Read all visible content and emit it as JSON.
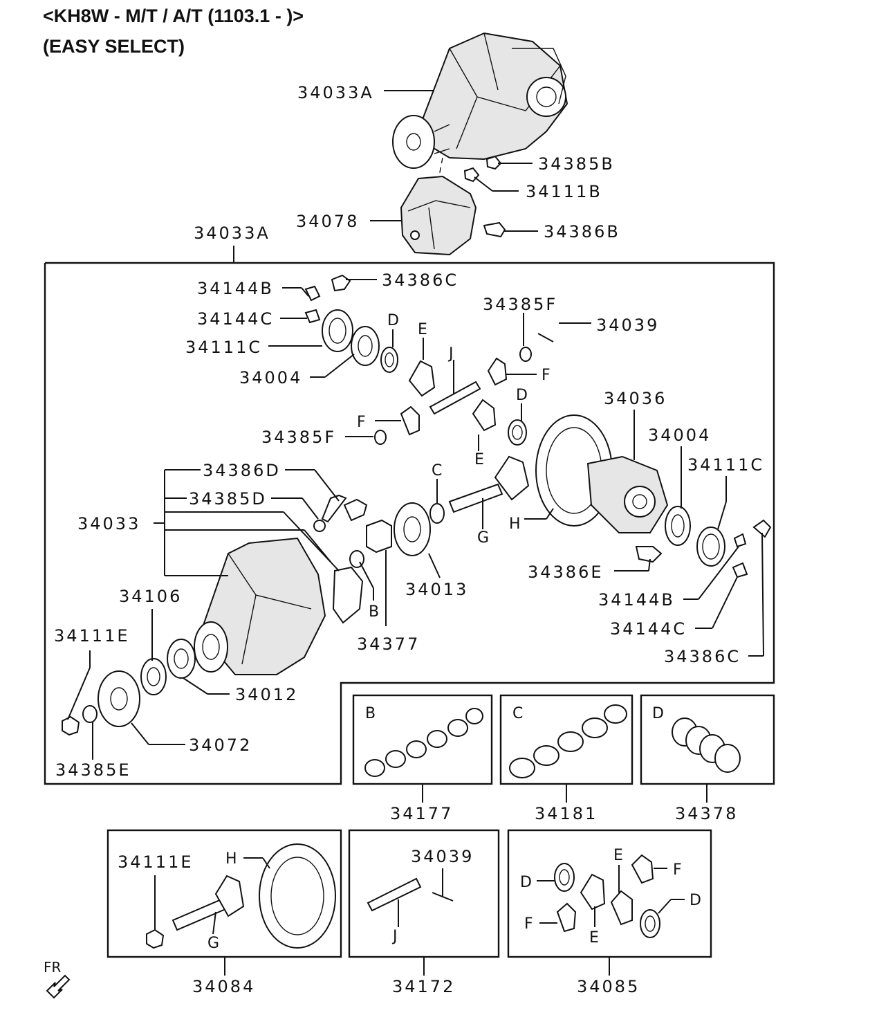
{
  "header": {
    "model": "<KH8W - M/T / A/T (1103.1 - )>",
    "variant": "(EASY SELECT)"
  },
  "orientation": "FR",
  "parts": {
    "p_34033A_top": "34033A",
    "p_34385B": "34385B",
    "p_34111B": "34111B",
    "p_34078": "34078",
    "p_34386B": "34386B",
    "p_34033A_box": "34033A",
    "p_34144B_1": "34144B",
    "p_34386C_1": "34386C",
    "p_34144C_1": "34144C",
    "p_34385F_1": "34385F",
    "p_34039_1": "34039",
    "p_34111C_1": "34111C",
    "p_34004_1": "34004",
    "p_34385F_2": "34385F",
    "p_34036": "34036",
    "p_34004_2": "34004",
    "p_34111C_2": "34111C",
    "p_34386D": "34386D",
    "p_34385D": "34385D",
    "p_34033": "34033",
    "p_34013": "34013",
    "p_34386E": "34386E",
    "p_34144B_2": "34144B",
    "p_34144C_2": "34144C",
    "p_34386C_2": "34386C",
    "p_34106": "34106",
    "p_34377": "34377",
    "p_34111E_1": "34111E",
    "p_34012": "34012",
    "p_34072": "34072",
    "p_34385E": "34385E",
    "p_34177": "34177",
    "p_34181": "34181",
    "p_34378": "34378",
    "p_34111E_2": "34111E",
    "p_34039_2": "34039",
    "p_34084": "34084",
    "p_34172": "34172",
    "p_34085": "34085"
  },
  "refs": {
    "D_1": "D",
    "E_1": "E",
    "J_1": "J",
    "F_1": "F",
    "D_2": "D",
    "F_2": "F",
    "E_2": "E",
    "C_1": "C",
    "H_1": "H",
    "G_1": "G",
    "B_1": "B",
    "box_B": "B",
    "box_C": "C",
    "box_D": "D",
    "H_2": "H",
    "G_2": "G",
    "J_2": "J",
    "E_3": "E",
    "D_3": "D",
    "F_3": "F",
    "F_4": "F",
    "E_4": "E",
    "D_4": "D"
  }
}
